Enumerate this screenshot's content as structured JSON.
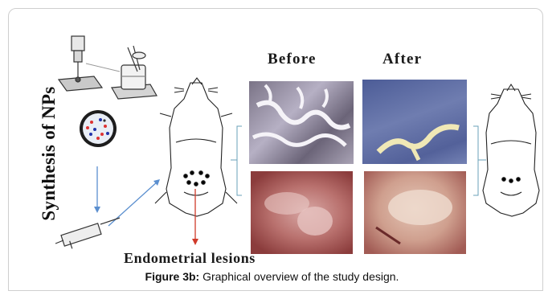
{
  "figure": {
    "vertical_title": "Synthesis of NPs",
    "column_headers": {
      "before": "Before",
      "after": "After"
    },
    "lesion_label": "Endometrial lesions"
  },
  "caption": {
    "label": "Figure 3b:",
    "text": "Graphical overview of the study design."
  },
  "colors": {
    "arrow_blue": "#5b8fcf",
    "arrow_red": "#d03a2a",
    "bracket": "#6aa0b8"
  }
}
